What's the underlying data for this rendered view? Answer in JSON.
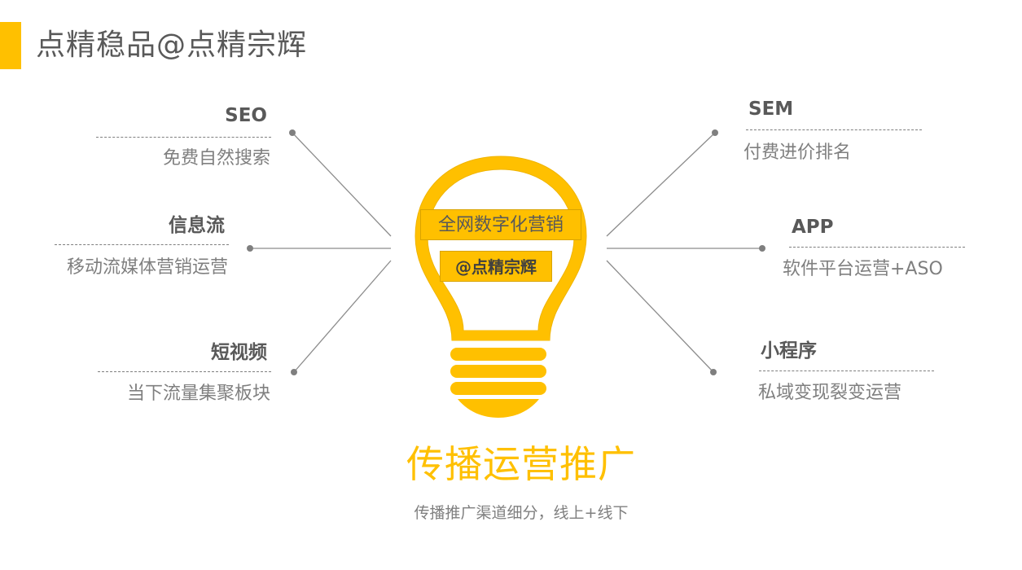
{
  "header": {
    "title": "点精稳品@点精宗辉"
  },
  "colors": {
    "accent": "#FFC000",
    "text": "#595959",
    "muted": "#7f7f7f"
  },
  "bulb": {
    "line1": "全网数字化营销",
    "line2": "@点精宗辉"
  },
  "nodes": {
    "seo": {
      "title": "SEO",
      "desc": "免费自然搜索"
    },
    "info_flow": {
      "title": "信息流",
      "desc": "移动流媒体营销运营"
    },
    "short_video": {
      "title": "短视频",
      "desc": "当下流量集聚板块"
    },
    "sem": {
      "title": "SEM",
      "desc": "付费进价排名"
    },
    "app": {
      "title": "APP",
      "desc": "软件平台运营+ASO"
    },
    "mini_program": {
      "title": "小程序",
      "desc": "私域变现裂变运营"
    }
  },
  "footer": {
    "heading": "传播运营推广",
    "subheading": "传播推广渠道细分，线上+线下"
  }
}
